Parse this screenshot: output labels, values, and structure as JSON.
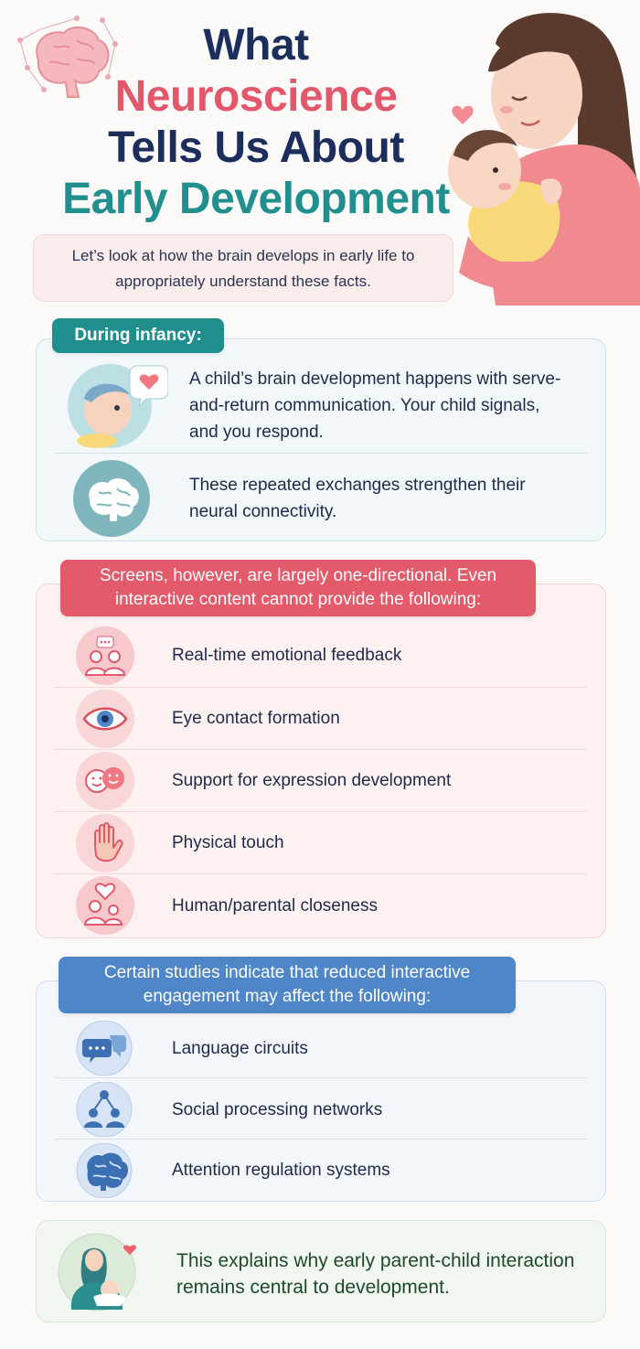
{
  "title": {
    "line1": "What",
    "line2": "Neuroscience",
    "line3": "Tells Us About",
    "line4": "Early Development"
  },
  "intro": "Let’s look at how the brain develops in early life to appropriately understand these facts.",
  "infancy": {
    "heading": "During infancy:",
    "items": [
      {
        "icon": "baby-speech-heart-icon",
        "text": "A child’s brain development happens with serve-and-return communication. Your child signals, and you respond."
      },
      {
        "icon": "brain-icon",
        "text": "These repeated exchanges strengthen their neural connectivity."
      }
    ]
  },
  "screens": {
    "heading": "Screens, however, are largely one-directional. Even interactive content cannot provide the following:",
    "items": [
      {
        "icon": "people-chat-icon",
        "text": "Real-time emotional feedback"
      },
      {
        "icon": "eye-icon",
        "text": "Eye contact formation"
      },
      {
        "icon": "faces-expression-icon",
        "text": "Support for expression development"
      },
      {
        "icon": "hand-icon",
        "text": "Physical touch"
      },
      {
        "icon": "parent-child-heart-icon",
        "text": "Human/parental closeness"
      }
    ]
  },
  "studies": {
    "heading": "Certain studies indicate that reduced interactive engagement may affect the following:",
    "items": [
      {
        "icon": "speech-bubbles-icon",
        "text": "Language circuits"
      },
      {
        "icon": "social-network-icon",
        "text": "Social processing networks"
      },
      {
        "icon": "brain-icon",
        "text": "Attention regulation systems"
      }
    ]
  },
  "conclusion": "This explains why early parent-child interaction remains central to development.",
  "colors": {
    "navy": "#1c2f5c",
    "coral": "#e0586a",
    "teal": "#208f8e",
    "blue": "#4f86c8"
  }
}
